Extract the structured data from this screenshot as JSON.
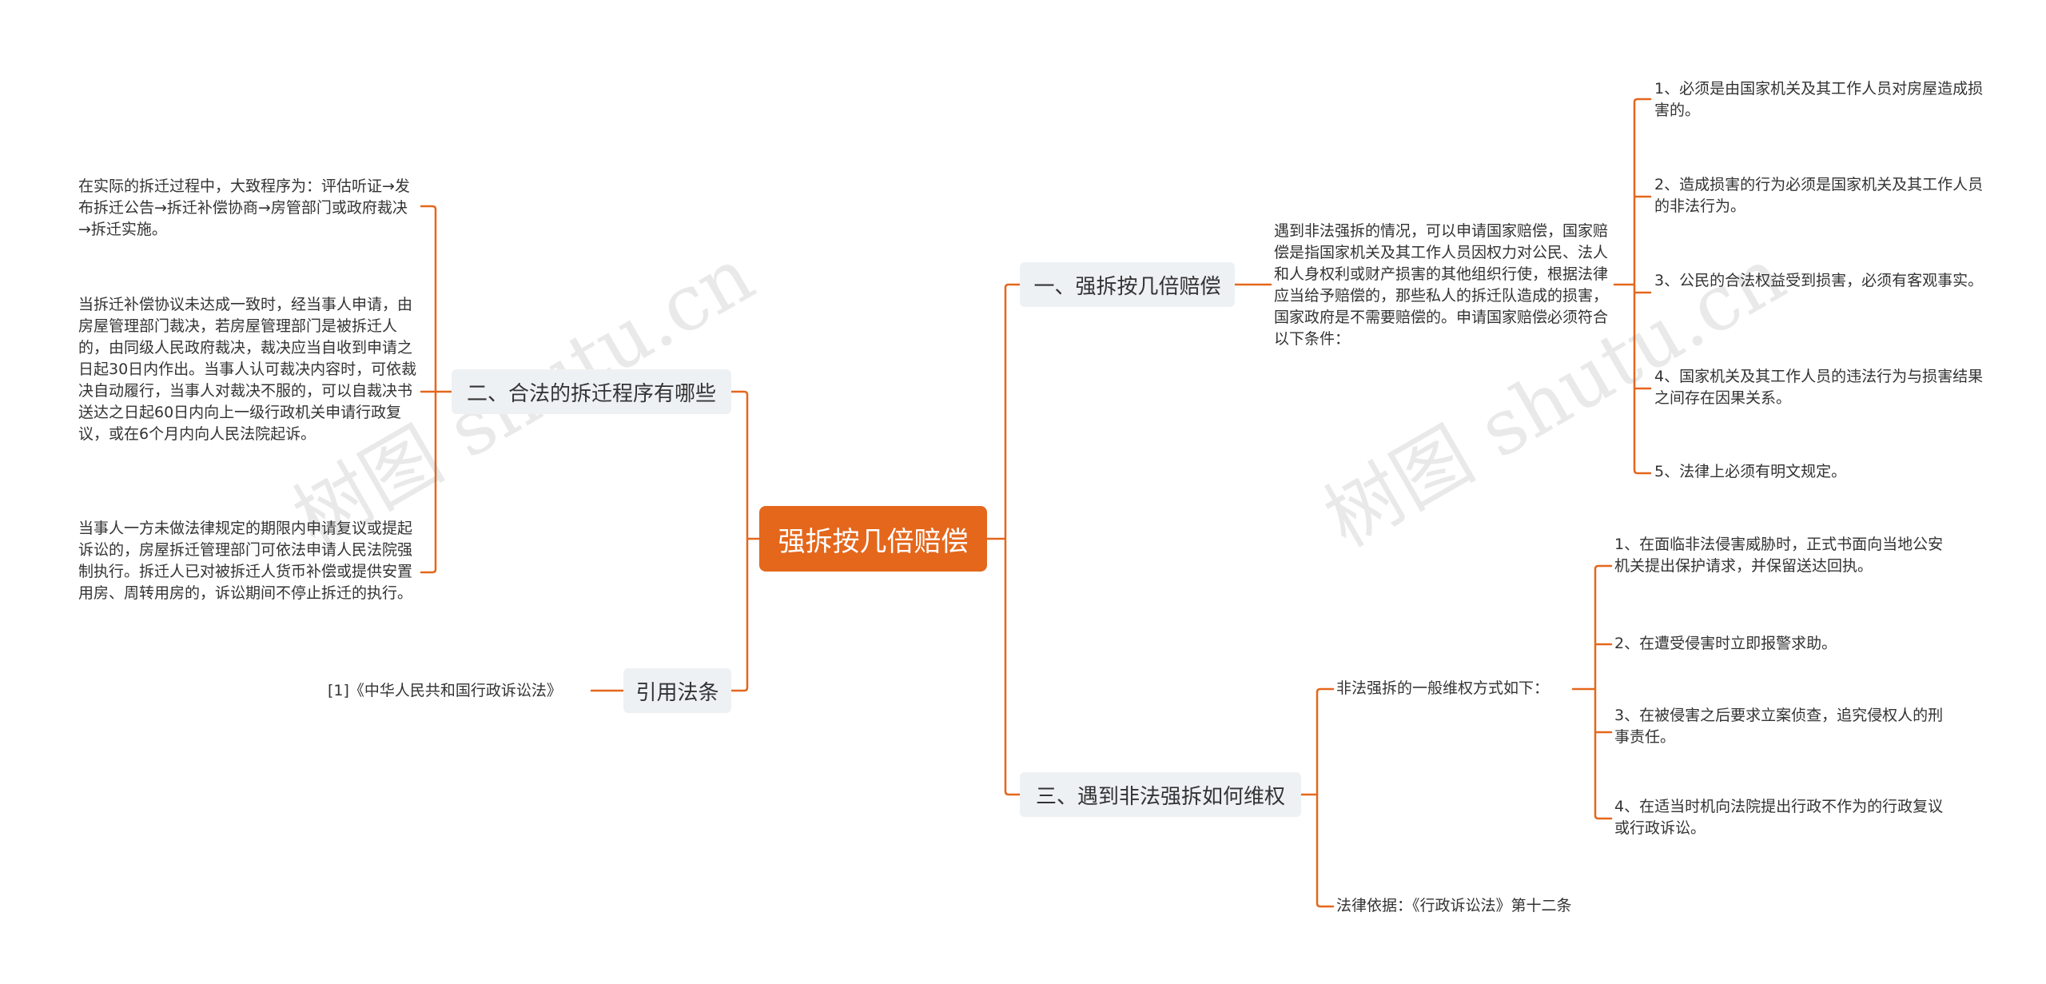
{
  "root": {
    "label": "强拆按几倍赔偿"
  },
  "branches": {
    "b1": {
      "label": "一、强拆按几倍赔偿"
    },
    "b2": {
      "label": "二、合法的拆迁程序有哪些"
    },
    "b3": {
      "label": "三、遇到非法强拆如何维权"
    },
    "b4": {
      "label": "引用法条"
    }
  },
  "b1_desc": "遇到非法强拆的情况，可以申请国家赔偿，国家赔偿是指国家机关及其工作人员因权力对公民、法人和人身权利或财产损害的其他组织行使，根据法律应当给予赔偿的，那些私人的拆迁队造成的损害，国家政府是不需要赔偿的。申请国家赔偿必须符合以下条件：",
  "b1_conditions": [
    "1、必须是由国家机关及其工作人员对房屋造成损害的。",
    "2、造成损害的行为必须是国家机关及其工作人员的非法行为。",
    "3、公民的合法权益受到损害，必须有客观事实。",
    "4、国家机关及其工作人员的违法行为与损害结果之间存在因果关系。",
    "5、法律上必须有明文规定。"
  ],
  "b2_items": [
    "在实际的拆迁过程中，大致程序为：评估听证→发布拆迁公告→拆迁补偿协商→房管部门或政府裁决→拆迁实施。",
    "当拆迁补偿协议未达成一致时，经当事人申请，由房屋管理部门裁决，若房屋管理部门是被拆迁人的，由同级人民政府裁决，裁决应当自收到申请之日起30日内作出。当事人认可裁决内容时，可依裁决自动履行，当事人对裁决不服的，可以自裁决书送达之日起60日内向上一级行政机关申请行政复议，或在6个月内向人民法院起诉。",
    "当事人一方未做法律规定的期限内申请复议或提起诉讼的，房屋拆迁管理部门可依法申请人民法院强制执行。拆迁人已对被拆迁人货币补偿或提供安置用房、周转用房的，诉讼期间不停止拆迁的执行。"
  ],
  "b3_sub": "非法强拆的一般维权方式如下：",
  "b3_methods": [
    "1、在面临非法侵害威胁时，正式书面向当地公安机关提出保护请求，并保留送达回执。",
    "2、在遭受侵害时立即报警求助。",
    "3、在被侵害之后要求立案侦查，追究侵权人的刑事责任。",
    "4、在适当时机向法院提出行政不作为的行政复议或行政诉讼。"
  ],
  "b3_law": "法律依据：《行政诉讼法》第十二条",
  "b4_item": "[1]《中华人民共和国行政诉讼法》",
  "watermark": "树图 shutu.cn",
  "colors": {
    "accent": "#e4671c",
    "branch_bg": "#eef1f4",
    "line": "#e4671c"
  }
}
